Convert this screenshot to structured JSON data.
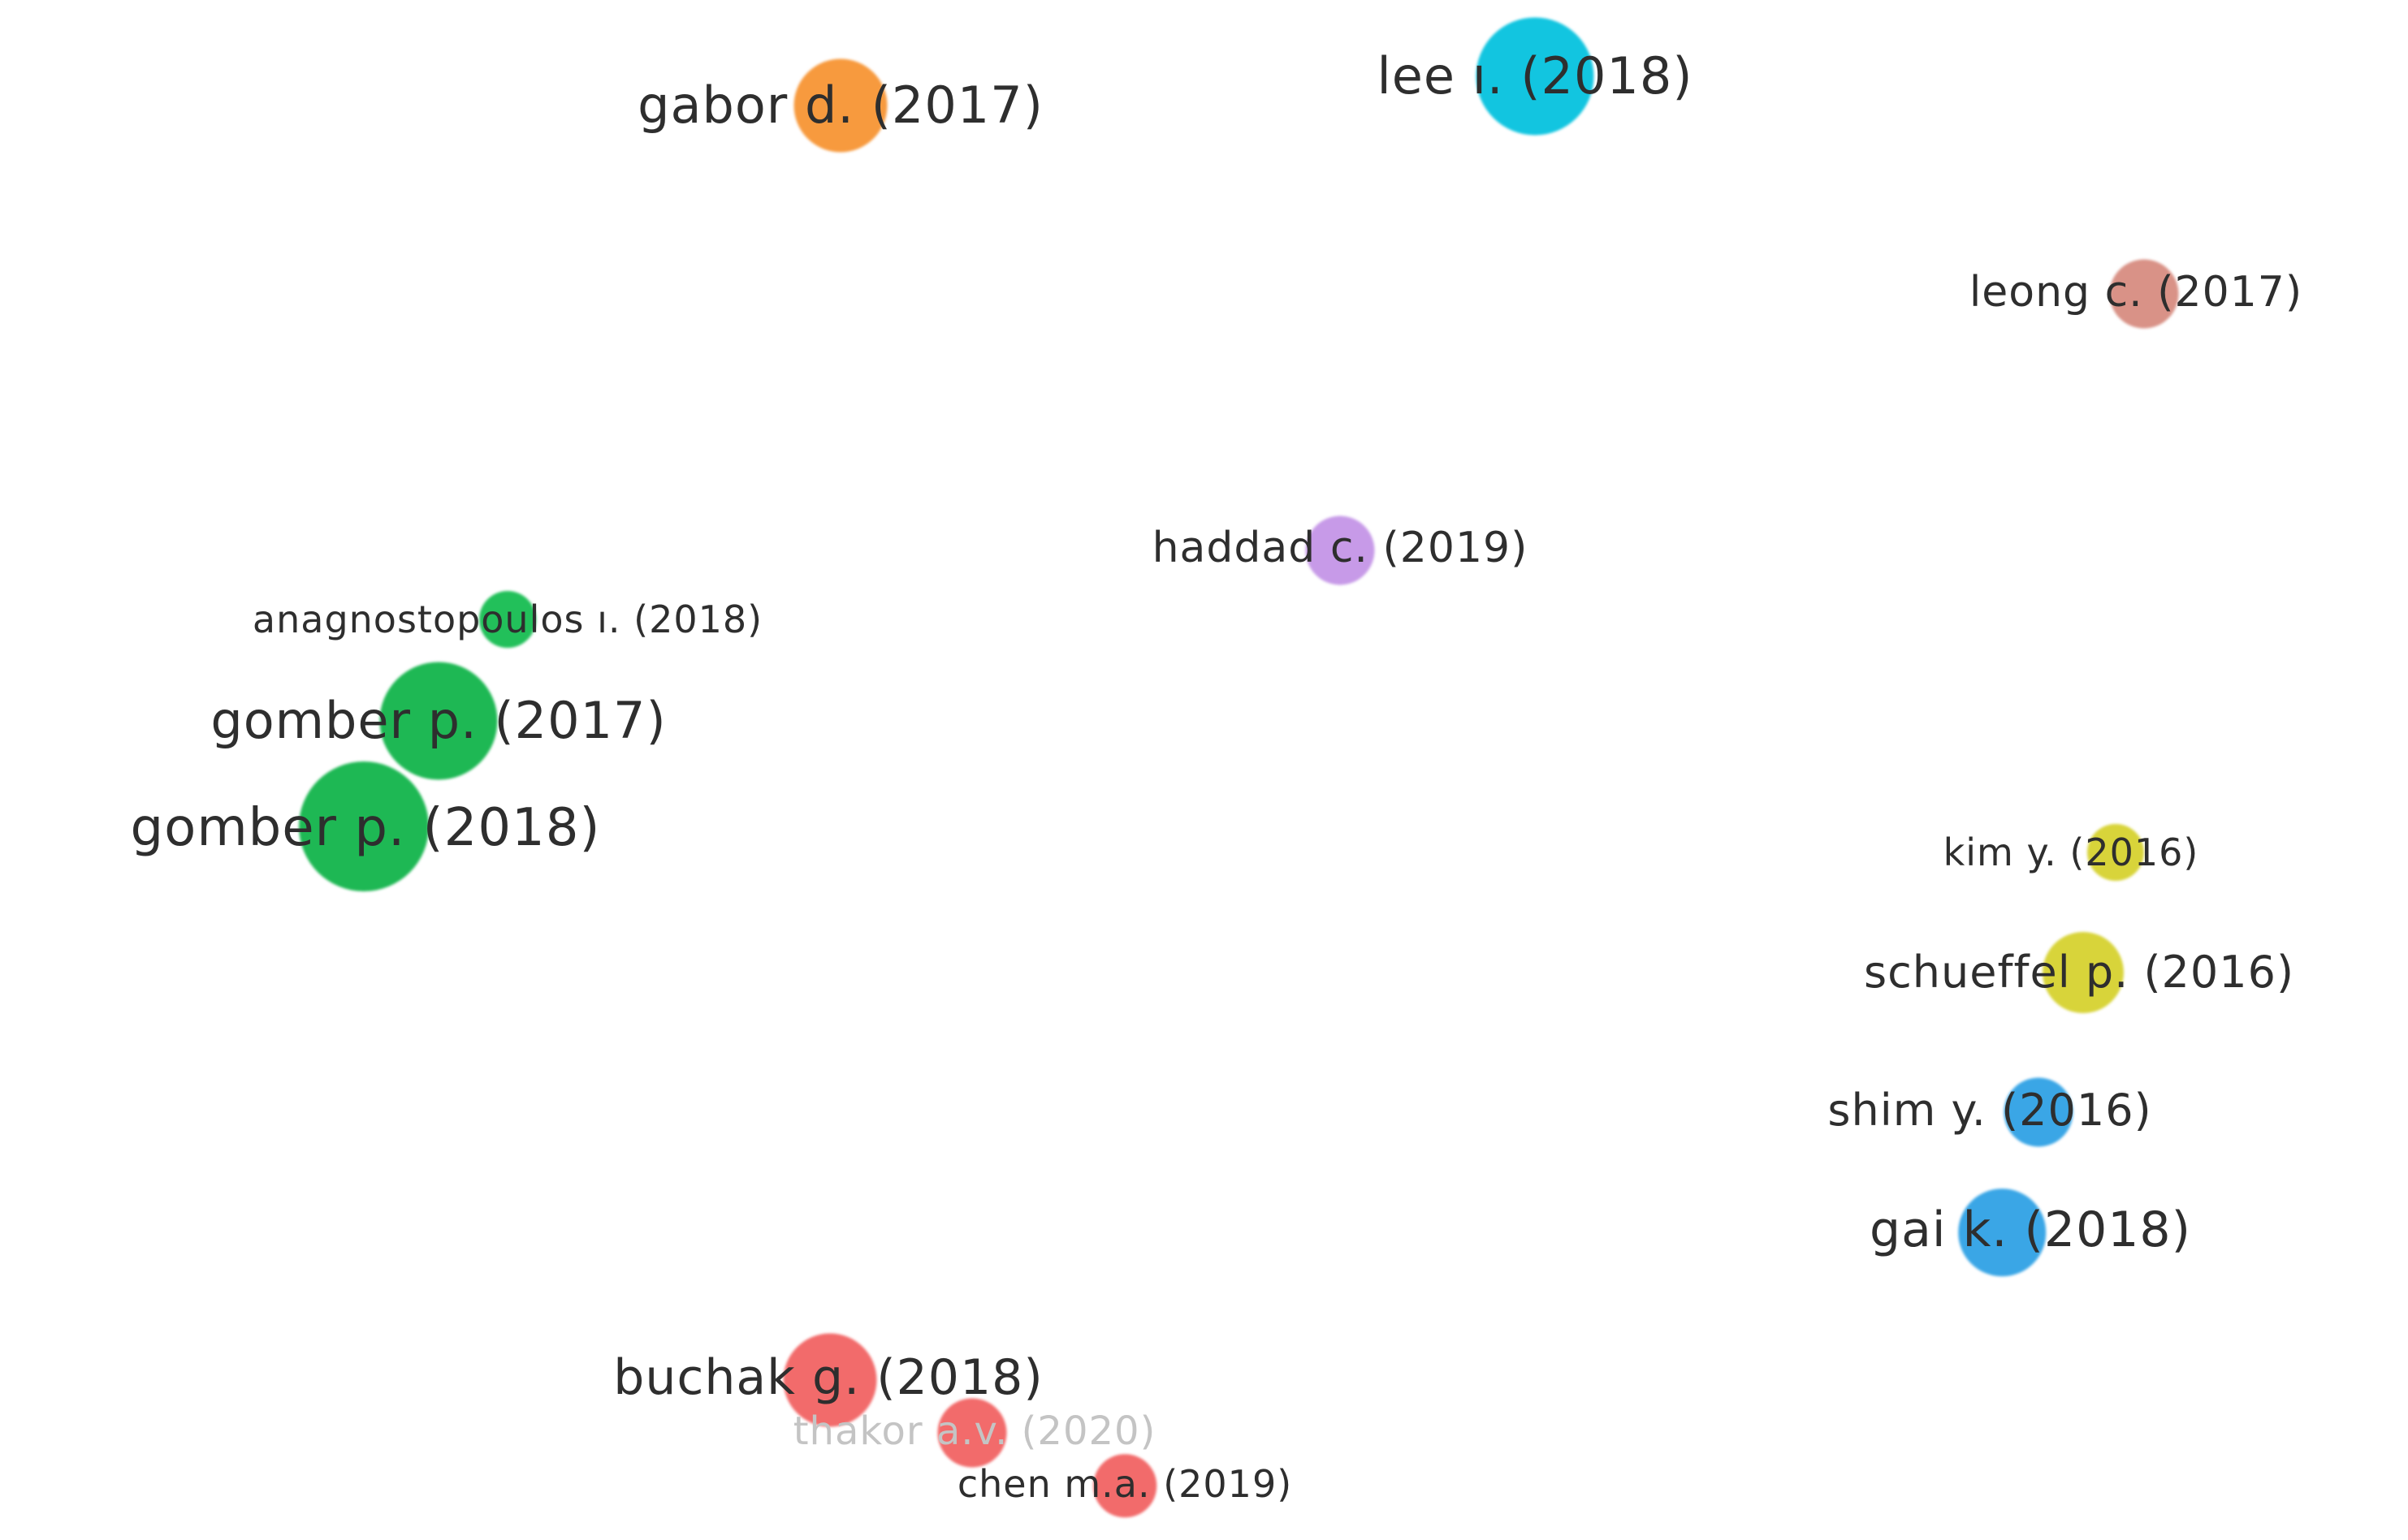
{
  "nodes": [
    {
      "label": "gabor d. (2017)",
      "color": "#f79a3e",
      "weight": 10,
      "faded": false
    },
    {
      "label": "lee ı. (2018)",
      "color": "#12c5e0",
      "weight": 14,
      "faded": false
    },
    {
      "label": "leong c. (2017)",
      "color": "#d99287",
      "weight": 6,
      "faded": false
    },
    {
      "label": "haddad c. (2019)",
      "color": "#c79ae8",
      "weight": 6,
      "faded": false
    },
    {
      "label": "anagnostopoulos ı. (2018)",
      "color": "#22c05a",
      "weight": 4,
      "faded": false
    },
    {
      "label": "gomber p. (2017)",
      "color": "#1eb854",
      "weight": 14,
      "faded": false
    },
    {
      "label": "gomber p. (2018)",
      "color": "#1eb854",
      "weight": 16,
      "faded": false
    },
    {
      "label": "kim y. (2016)",
      "color": "#d8d43a",
      "weight": 4,
      "faded": false
    },
    {
      "label": "schueffel p. (2016)",
      "color": "#d8d43a",
      "weight": 8,
      "faded": false
    },
    {
      "label": "shim y. (2016)",
      "color": "#3aa6e6",
      "weight": 6,
      "faded": false
    },
    {
      "label": "gai k. (2018)",
      "color": "#3aa6e6",
      "weight": 9,
      "faded": false
    },
    {
      "label": "buchak g. (2018)",
      "color": "#f26b6b",
      "weight": 10,
      "faded": false
    },
    {
      "label": "thakor a.v. (2020)",
      "color": "#f26b6b",
      "weight": 6,
      "faded": true
    },
    {
      "label": "chen m.a. (2019)",
      "color": "#f26b6b",
      "weight": 5,
      "faded": false
    }
  ]
}
